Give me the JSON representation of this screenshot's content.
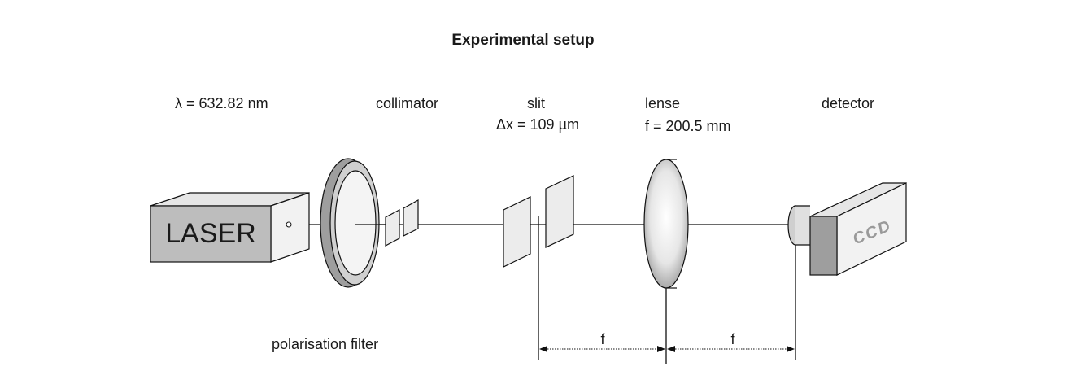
{
  "title": "Experimental setup",
  "labels": {
    "wavelength": "λ = 632.82 nm",
    "collimator": "collimator",
    "slit": "slit",
    "slit_width": "Δx = 109 µm",
    "lens": "lense",
    "focal_length": "f = 200.5 mm",
    "detector": "detector",
    "polarisation_filter": "polarisation filter",
    "laser": "LASER",
    "ccd": "CCD",
    "f_dimension_1": "f",
    "f_dimension_2": "f"
  }
}
